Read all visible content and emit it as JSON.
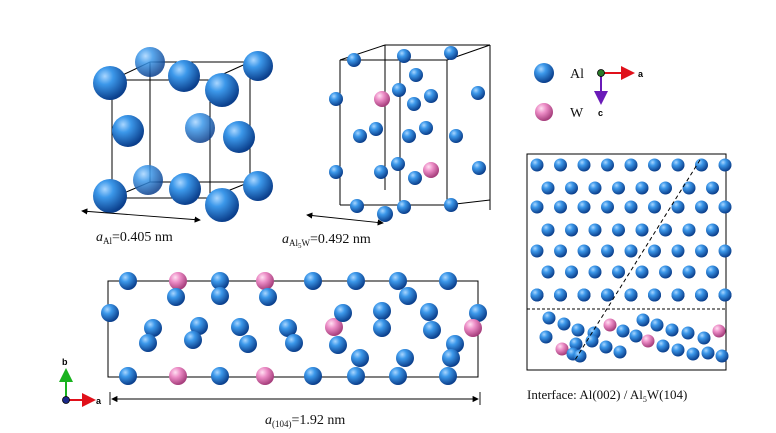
{
  "colors": {
    "al": "#1f7fd9",
    "w": "#e87fc0",
    "line": "#000000",
    "axis_a": "#e0101a",
    "axis_b": "#19b21e",
    "axis_c": "#6a1bb8"
  },
  "legend": {
    "al_label": "Al",
    "w_label": "W"
  },
  "labels": {
    "al_a": "a",
    "al_sub": "Al",
    "al_value": "=0.405 nm",
    "al5w_a": "a",
    "al5w_sub": "Al",
    "al5w_sub5": "5",
    "al5w_subW": "W",
    "al5w_value": "=0.492 nm",
    "a104_a": "a",
    "a104_sub": "(104)",
    "a104_value": "=1.92 nm",
    "interface_prefix": "Interface: Al(002) / Al",
    "interface_sub": "5",
    "interface_suffix": "W(104)"
  },
  "axes": {
    "top": {
      "horizontal": "a",
      "vertical": "c"
    },
    "bottom": {
      "horizontal": "a",
      "vertical": "b"
    }
  }
}
